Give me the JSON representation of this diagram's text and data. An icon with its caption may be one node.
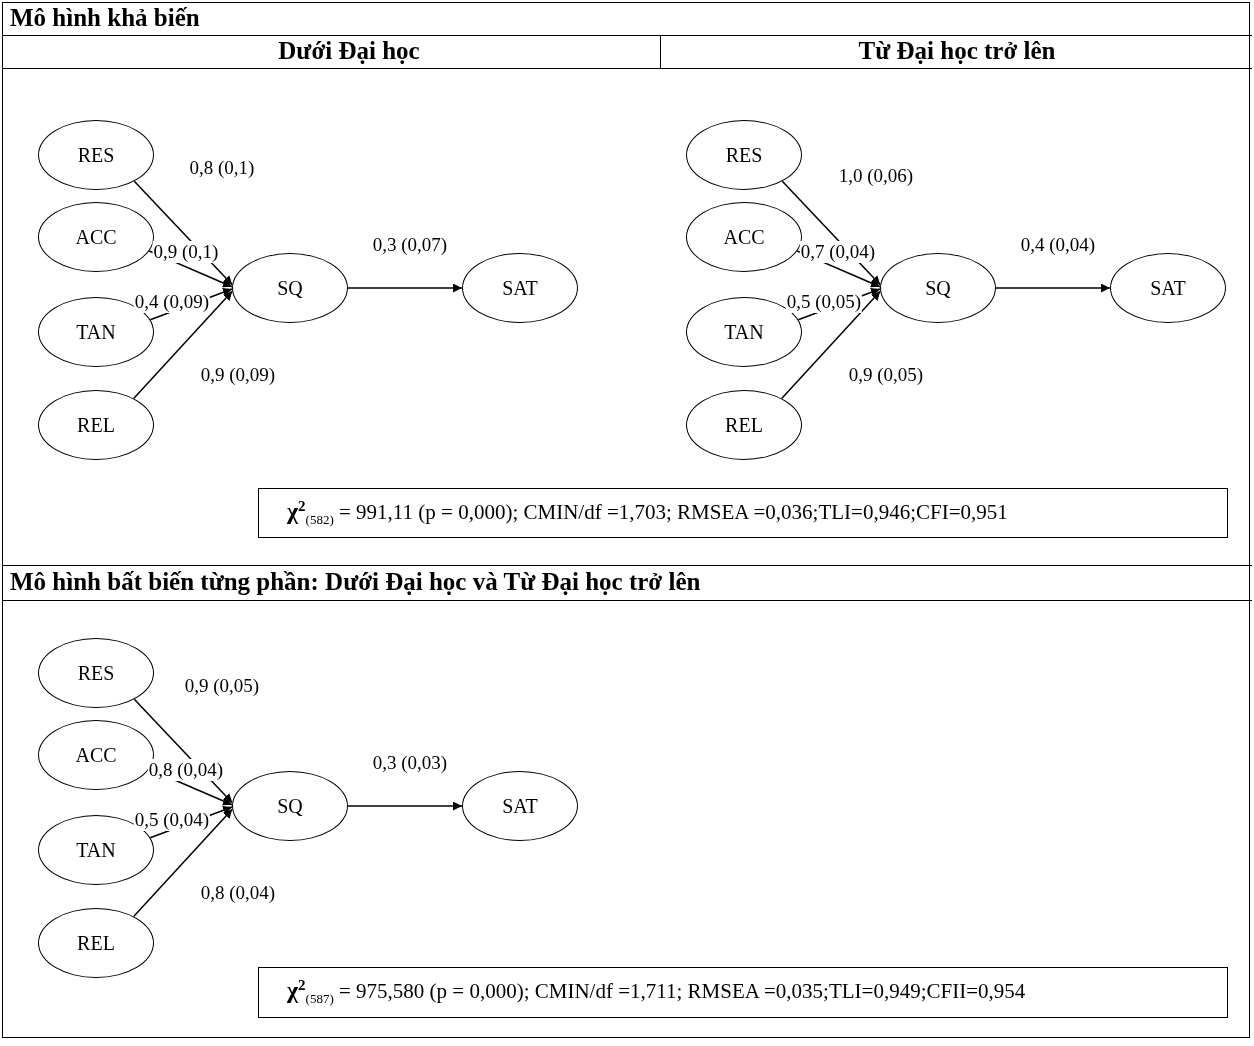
{
  "diagram": {
    "nodes": [
      {
        "text": [
          "RES"
        ]
      },
      {
        "text": [
          "ACC"
        ]
      },
      {
        "text": [
          "TAN"
        ]
      },
      {
        "text": [
          "REL"
        ]
      },
      {
        "text": [
          "SQ"
        ]
      },
      {
        "text": [
          "SAT"
        ]
      },
      {
        "text": [
          "RES"
        ]
      },
      {
        "text": [
          "ACC"
        ]
      },
      {
        "text": [
          "TAN"
        ]
      },
      {
        "text": [
          "REL"
        ]
      },
      {
        "text": [
          "SQ"
        ]
      },
      {
        "text": [
          "SAT"
        ]
      },
      {
        "text": [
          "RES"
        ]
      },
      {
        "text": [
          "ACC"
        ]
      },
      {
        "text": [
          "TAN"
        ]
      },
      {
        "text": [
          "REL"
        ]
      },
      {
        "text": [
          "SQ"
        ]
      },
      {
        "text": [
          "SAT"
        ]
      },
      {
        "text": [
          "**χ**$^{2}$$_{(582)}$ = 991,11 (p = 0,000); CMIN/df =1,703; RMSEA =0,036;TLI=0,946;CFI=0,951"
        ]
      },
      {
        "text": [
          "**χ**$^{2}$$_{(587)}$ = 975,580 (p = 0,000); CMIN/df =1,711; RMSEA =0,035;TLI=0,949;CFII=0,954"
        ]
      }
    ],
    "edges": [
      {
        "from": 0,
        "to": 4,
        "arrow": "to",
        "label": "0,8 (0,1)"
      },
      {
        "from": 1,
        "to": 4,
        "arrow": "to",
        "label": "0,9 (0,1)"
      },
      {
        "from": 2,
        "to": 4,
        "arrow": "to",
        "label": "0,4 (0,09)"
      },
      {
        "from": 3,
        "to": 4,
        "arrow": "to",
        "label": "0,9 (0,09)"
      },
      {
        "from": 4,
        "to": 5,
        "arrow": "to",
        "label": "0,3 (0,07)"
      },
      {
        "from": 6,
        "to": 10,
        "arrow": "to",
        "label": "1,0 (0,06)"
      },
      {
        "from": 7,
        "to": 10,
        "arrow": "to",
        "label": "0,7 (0,04)"
      },
      {
        "from": 8,
        "to": 10,
        "arrow": "to",
        "label": "0,5 (0,05)"
      },
      {
        "from": 9,
        "to": 10,
        "arrow": "to",
        "label": "0,9 (0,05)"
      },
      {
        "from": 10,
        "to": 11,
        "arrow": "to",
        "label": "0,4 (0,04)"
      },
      {
        "from": 12,
        "to": 16,
        "arrow": "to",
        "label": "0,9 (0,05)"
      },
      {
        "from": 13,
        "to": 16,
        "arrow": "to",
        "label": "0,8 (0,04)"
      },
      {
        "from": 14,
        "to": 16,
        "arrow": "to",
        "label": "0,5 (0,04)"
      },
      {
        "from": 15,
        "to": 16,
        "arrow": "to",
        "label": "0,8 (0,04)"
      },
      {
        "from": 16,
        "to": 17,
        "arrow": "to",
        "label": "0,3 (0,03)"
      }
    ],
    "labels": [
      "Mô hình khả biến",
      "Dưới Đại học",
      "Từ Đại học trở lên",
      "Mô hình bất biến từng phần: Dưới Đại học và Từ Đại học trở lên"
    ]
  }
}
